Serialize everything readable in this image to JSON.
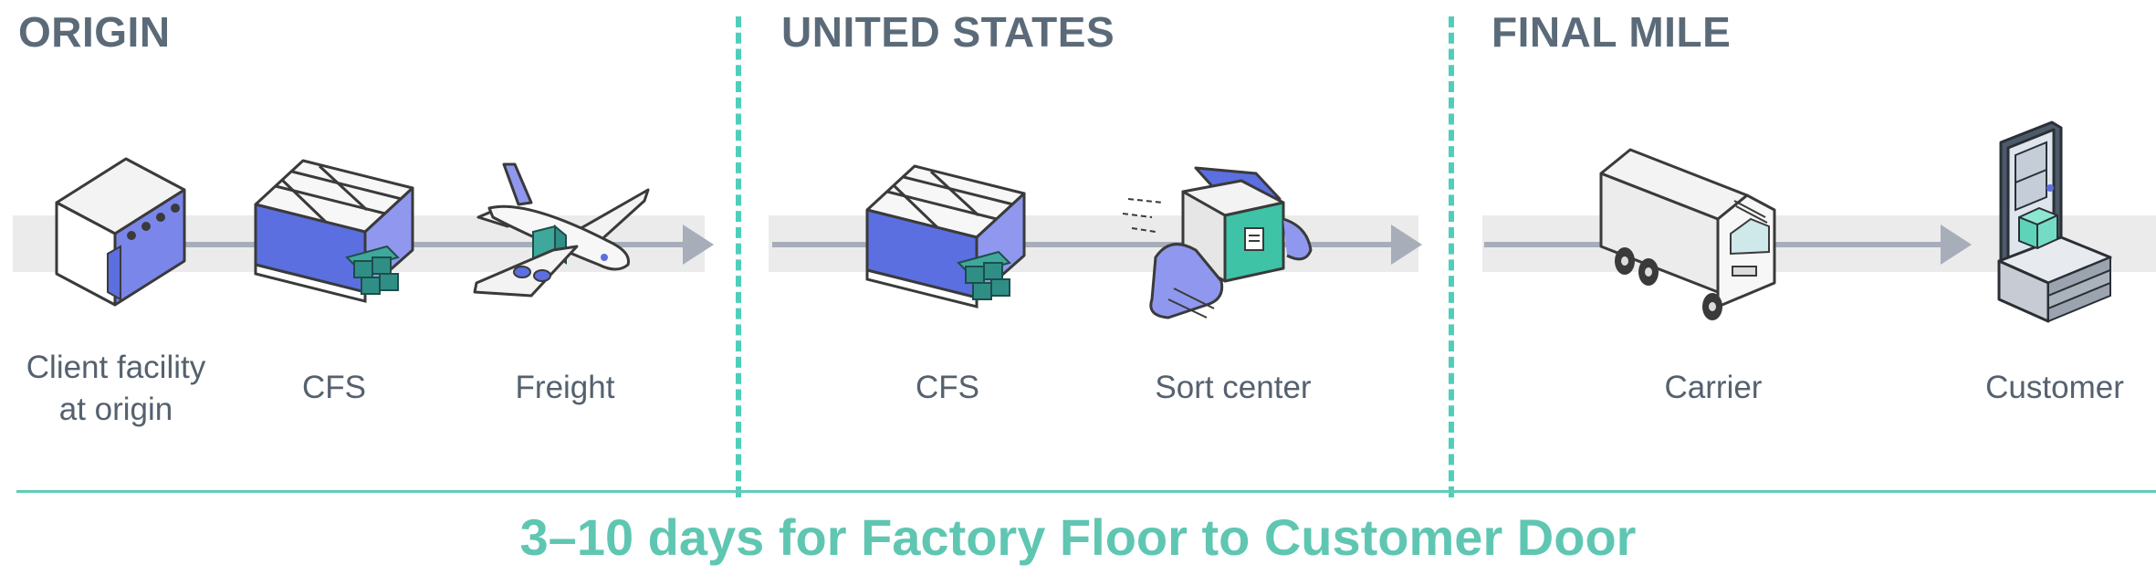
{
  "regions": {
    "origin": "ORIGIN",
    "united_states": "UNITED STATES",
    "final_mile": "FINAL MILE"
  },
  "steps": {
    "client_facility": {
      "line1": "Client facility",
      "line2": "at origin",
      "icon": "factory-icon"
    },
    "cfs_origin": {
      "label": "CFS",
      "icon": "warehouse-icon"
    },
    "freight": {
      "label": "Freight",
      "icon": "airplane-icon"
    },
    "cfs_us": {
      "label": "CFS",
      "icon": "warehouse-icon"
    },
    "sort_center": {
      "label": "Sort center",
      "icon": "hands-package-icon"
    },
    "carrier": {
      "label": "Carrier",
      "icon": "delivery-truck-icon"
    },
    "customer": {
      "label": "Customer",
      "icon": "door-package-icon"
    }
  },
  "footer": "3–10 days for Factory Floor to Customer Door",
  "colors": {
    "accent_teal": "#4fcfb9",
    "icon_blue": "#5b6fe0",
    "arrow_gray": "#a7aeba",
    "band_gray": "#ebebeb",
    "text_gray": "#55616e"
  }
}
